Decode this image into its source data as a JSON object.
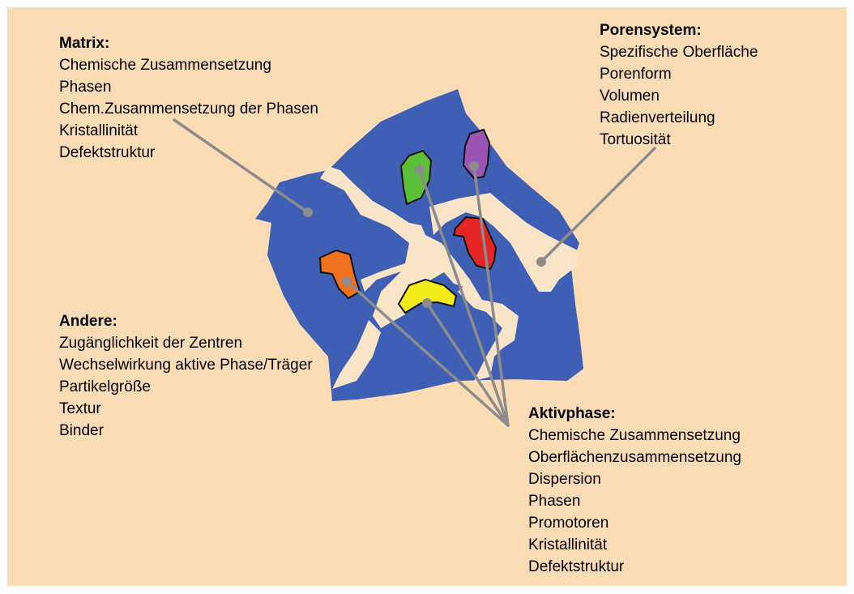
{
  "colors": {
    "background": "#fbdcb4",
    "matrix_blue": "#3f5fb5",
    "pore": "#f9e4c8",
    "leader_line": "#8c8c8c",
    "particles": [
      "#f07020",
      "#f5eb1a",
      "#5cbf3a",
      "#9a55b5",
      "#e52525"
    ]
  },
  "matrix": {
    "title": "Matrix:",
    "items": [
      "Chemische Zusammensetzung",
      "Phasen",
      "Chem.Zusammensetzung der Phasen",
      "Kristallinität",
      "Defektstruktur"
    ]
  },
  "porensystem": {
    "title": "Porensystem:",
    "items": [
      "Spezifische Oberfläche",
      "Porenform",
      "Volumen",
      "Radienverteilung",
      "Tortuosität"
    ]
  },
  "andere": {
    "title": "Andere:",
    "items": [
      "Zugänglichkeit der Zentren",
      "Wechselwirkung aktive Phase/Träger",
      "Partikelgröße",
      "Textur",
      "Binder"
    ]
  },
  "aktivphase": {
    "title": "Aktivphase:",
    "items": [
      "Chemische Zusammensetzung",
      "Oberflächenzusammensetzung",
      "Dispersion",
      "Phasen",
      "Promotoren",
      "Kristallinität",
      "Defektstruktur"
    ]
  }
}
